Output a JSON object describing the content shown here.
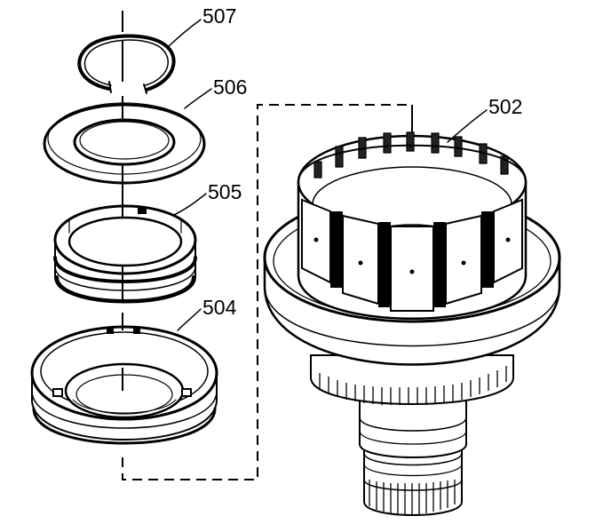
{
  "parts": [
    {
      "id": "507",
      "label": "507",
      "name": "snap-ring"
    },
    {
      "id": "506",
      "label": "506",
      "name": "thrust-washer"
    },
    {
      "id": "505",
      "label": "505",
      "name": "piston-ring-seal"
    },
    {
      "id": "504",
      "label": "504",
      "name": "piston-housing"
    },
    {
      "id": "502",
      "label": "502",
      "name": "clutch-drum-shaft"
    }
  ]
}
